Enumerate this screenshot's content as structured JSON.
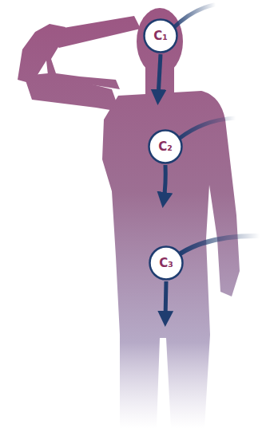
{
  "diagram": {
    "nodes": [
      {
        "text": [
          "C₁"
        ]
      },
      {
        "text": [
          "C₂"
        ]
      },
      {
        "text": [
          "C₃"
        ]
      }
    ]
  }
}
